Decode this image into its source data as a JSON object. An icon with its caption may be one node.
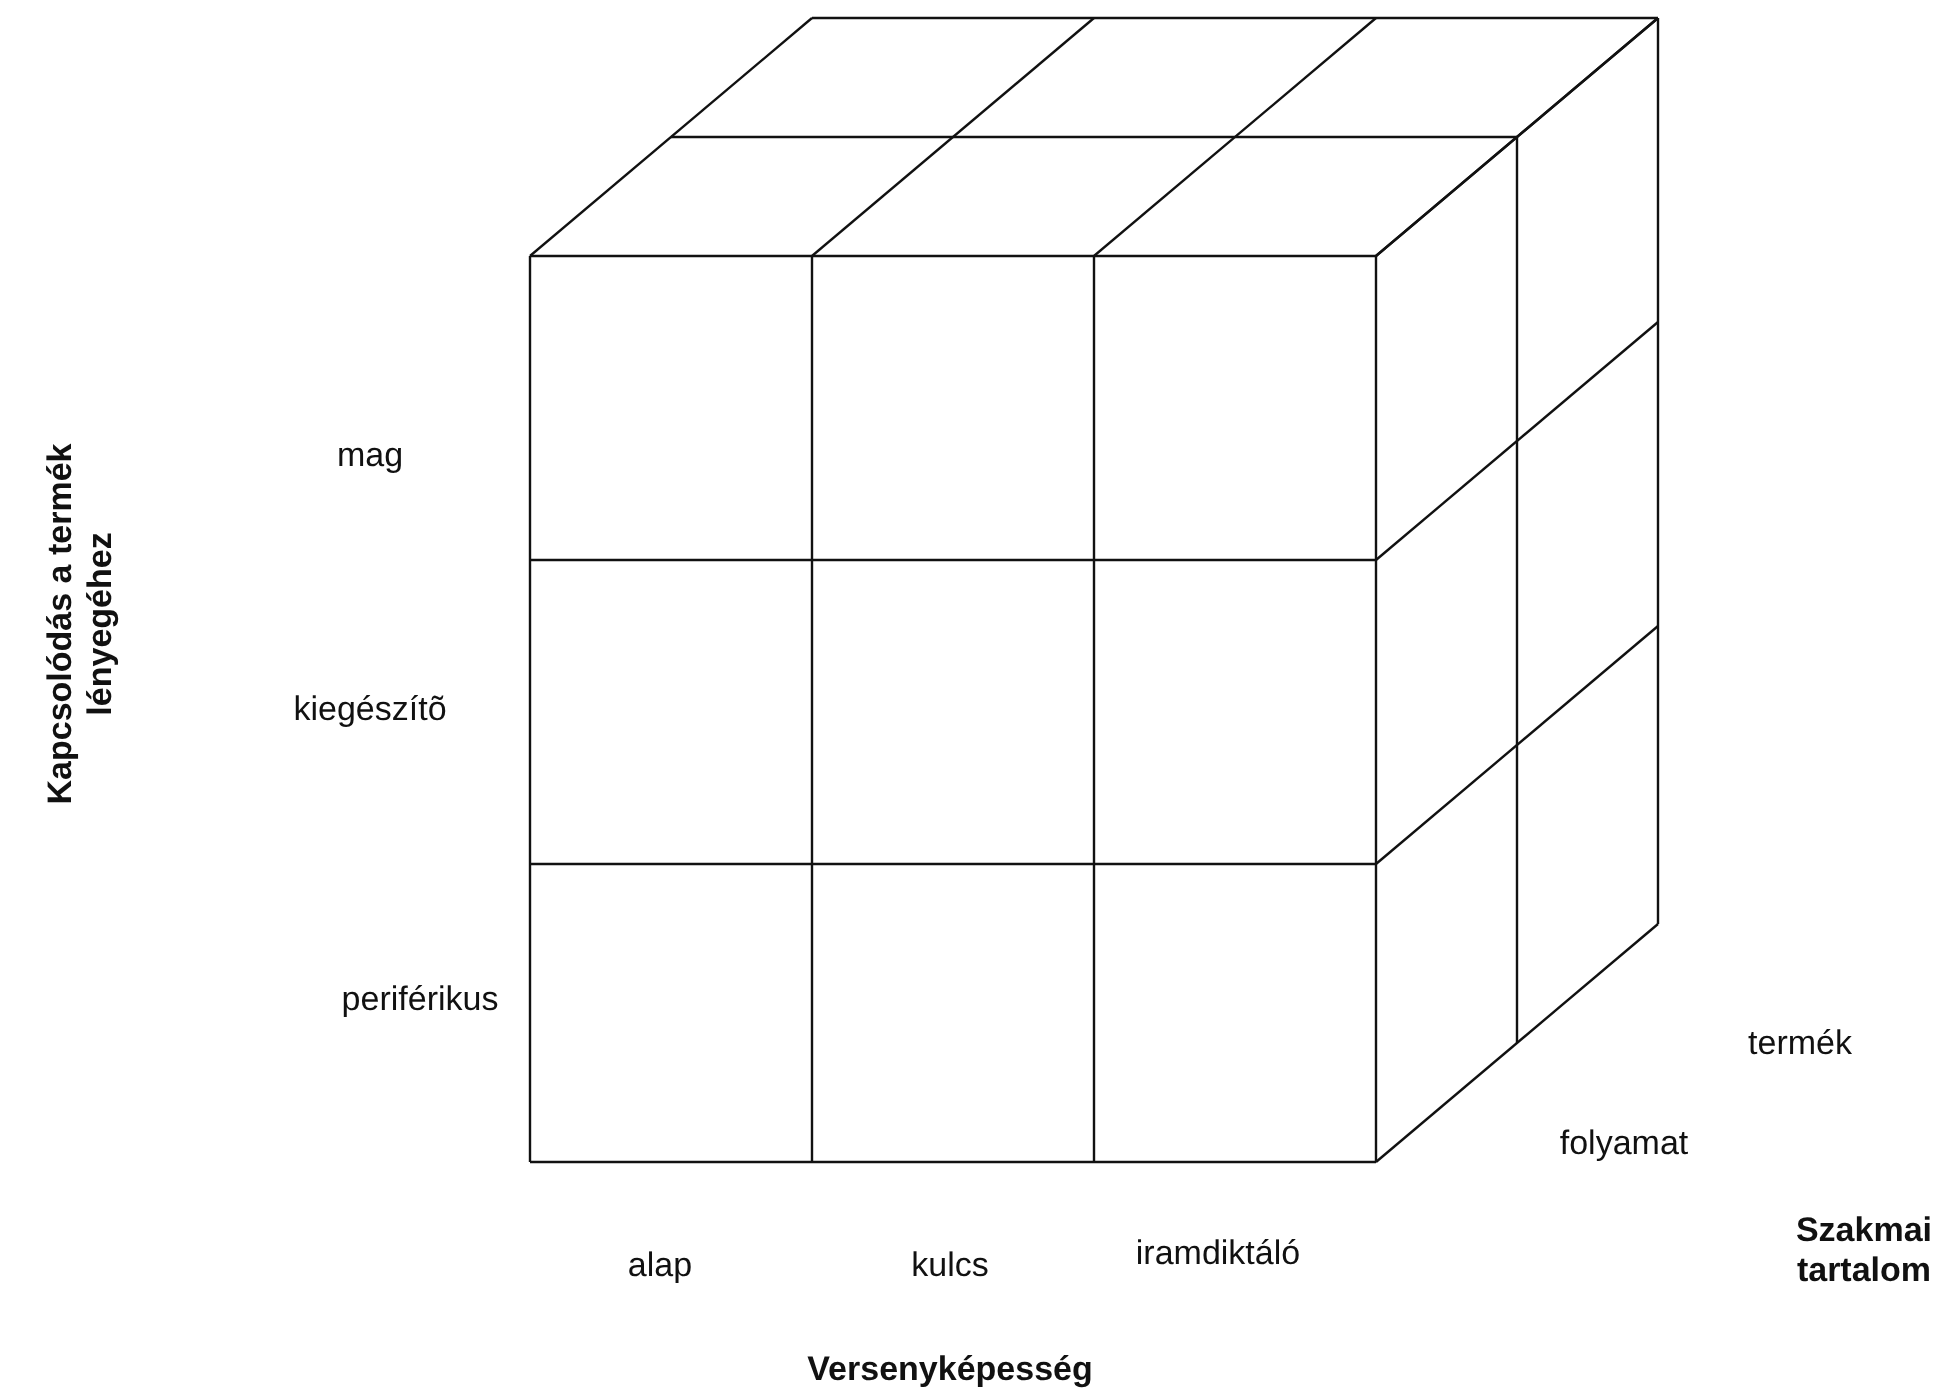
{
  "diagram": {
    "labels": [
      "mag",
      "kiegészítõ",
      "Kapcsolódás a termék lényegéhez",
      "periférikus",
      "termék",
      "folyamat",
      "alap",
      "kulcs",
      "iramdiktáló",
      "Szakmai tartalom",
      "Versenyképesség"
    ]
  }
}
